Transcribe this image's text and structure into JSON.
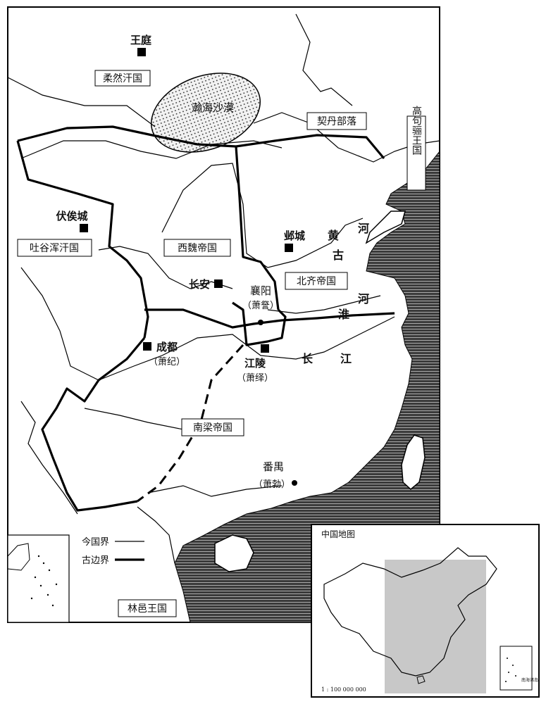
{
  "map": {
    "states": {
      "rouran": "柔然汗国",
      "western_wei": "西魏帝国",
      "northern_qi": "北齐帝国",
      "southern_liang": "南梁帝国",
      "tuyuhun": "吐谷浑汗国",
      "khitan": "契丹部落",
      "goguryeo": "高句骊王国",
      "linyi": "林邑王国"
    },
    "regions": {
      "desert": "瀚海沙漠"
    },
    "cities": {
      "wangting": "王庭",
      "fusi": "伏俟城",
      "changan": "长安",
      "yecheng": "邺城",
      "xiangyang": "襄阳",
      "xiangyang_ruler": "（萧詧）",
      "chengdu": "成都",
      "chengdu_ruler": "（萧纪）",
      "jiangling": "江陵",
      "jiangling_ruler": "（萧绎）",
      "panyu": "番禺",
      "panyu_ruler": "（萧勃）"
    },
    "rivers": {
      "he1": "河",
      "huang": "黄",
      "gu": "古",
      "he2": "河",
      "huai": "淮",
      "chang": "长",
      "jiang": "江"
    },
    "legend": {
      "modern_border": "今国界",
      "ancient_border": "古边界"
    },
    "inset": {
      "title": "中国地图",
      "scale": "1 : 100 000 000",
      "sea_label": "南海诸岛"
    }
  }
}
